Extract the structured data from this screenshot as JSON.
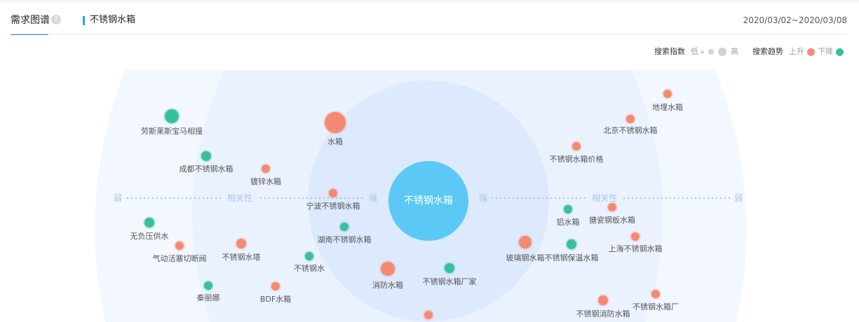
{
  "header": {
    "tab_label": "需求图谱",
    "help_icon": "?",
    "keyword": "不锈钢水箱",
    "date_range": "2020/03/02~2020/03/08"
  },
  "legend": {
    "index_label": "搜索指数",
    "low": "低",
    "high": "高",
    "trend_label": "搜索趋势",
    "up": "上升",
    "down": "下降"
  },
  "colors": {
    "up": "#f48a73",
    "down": "#37c19a",
    "center": "#5bc8f5",
    "ring": "#e3eeff"
  },
  "axis": {
    "weak_left": "弱",
    "relevance_left": "相关性",
    "strong_left": "强",
    "strong_right": "强",
    "relevance_right": "相关性",
    "weak_right": "弱"
  },
  "center": {
    "label": "不锈钢水箱"
  },
  "nodes": [
    {
      "label": "劳斯莱斯宝马相撞",
      "trend": "down"
    },
    {
      "label": "水箱",
      "trend": "up"
    },
    {
      "label": "成都不锈钢水箱",
      "trend": "down"
    },
    {
      "label": "镀锌水箱",
      "trend": "up"
    },
    {
      "label": "宁波不锈钢水箱",
      "trend": "up"
    },
    {
      "label": "湖南不锈钢水箱",
      "trend": "down"
    },
    {
      "label": "无负压供水",
      "trend": "down"
    },
    {
      "label": "气动活塞切断阀",
      "trend": "up"
    },
    {
      "label": "不锈钢水塔",
      "trend": "up"
    },
    {
      "label": "不锈钢水",
      "trend": "down"
    },
    {
      "label": "秦丽娜",
      "trend": "down"
    },
    {
      "label": "BDF水箱",
      "trend": "up"
    },
    {
      "label": "消防水箱",
      "trend": "up"
    },
    {
      "label": "不锈钢水箱厂家",
      "trend": "down"
    },
    {
      "label": "地埋水箱",
      "trend": "up"
    },
    {
      "label": "北京不锈钢水箱",
      "trend": "up"
    },
    {
      "label": "不锈钢水箱价格",
      "trend": "up"
    },
    {
      "label": "铝水箱",
      "trend": "down"
    },
    {
      "label": "搪瓷钢板水箱",
      "trend": "up"
    },
    {
      "label": "上海不锈钢水箱",
      "trend": "up"
    },
    {
      "label": "玻璃钢水箱",
      "trend": "up"
    },
    {
      "label": "不锈钢保温水箱",
      "trend": "down"
    },
    {
      "label": "不锈钢消防水箱",
      "trend": "up"
    },
    {
      "label": "不锈钢水箱厂",
      "trend": "up"
    },
    {
      "label": "",
      "trend": "up"
    }
  ]
}
